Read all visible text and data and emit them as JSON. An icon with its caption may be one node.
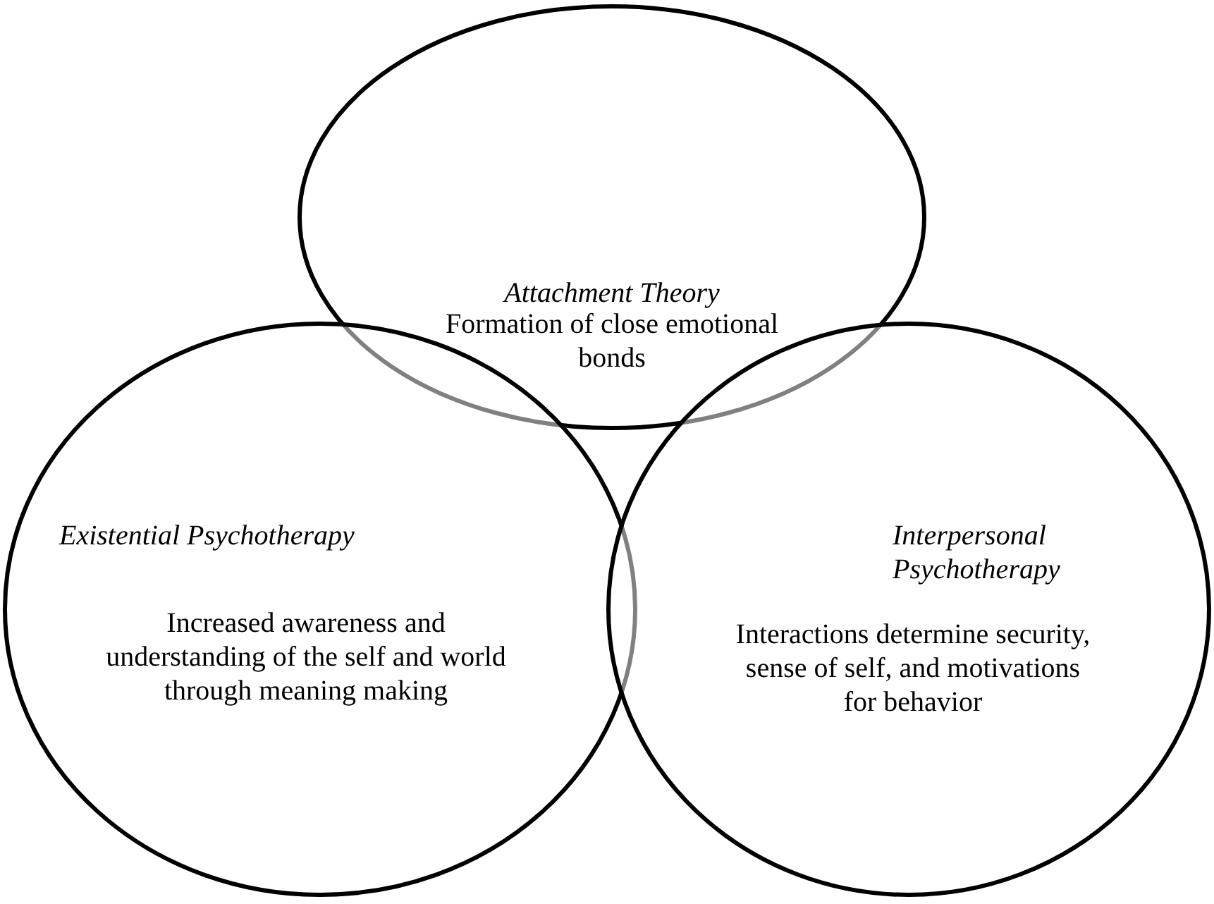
{
  "diagram": {
    "nodes": [
      {
        "text": [
          "Attachment Theory",
          "Formation of close emotional bonds"
        ]
      },
      {
        "text": [
          "Existential Psychotherapy",
          "Increased awareness and understanding of the self and world through meaning making"
        ]
      },
      {
        "text": [
          "Interpersonal Psychotherapy",
          "Interactions determine security, sense of self, and motivations for behavior"
        ]
      }
    ]
  }
}
